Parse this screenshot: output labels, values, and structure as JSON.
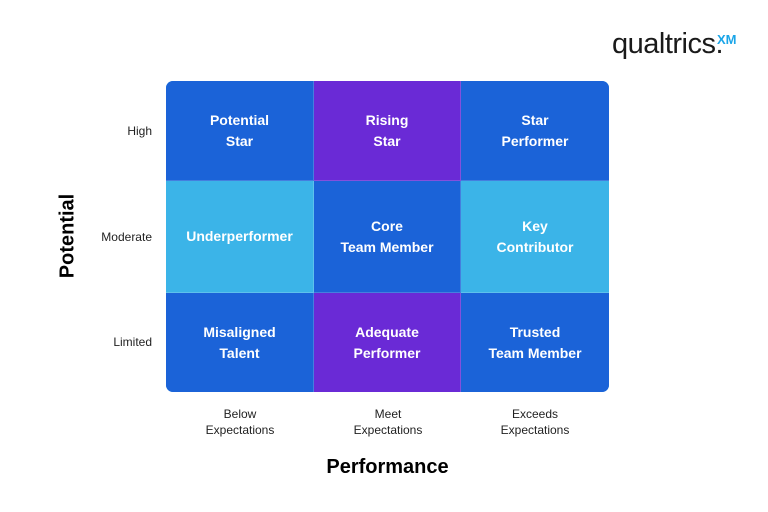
{
  "logo": {
    "text": "qualtrics.",
    "suffix": "XM"
  },
  "axes": {
    "y_title": "Potential",
    "x_title": "Performance",
    "rows": [
      "High",
      "Moderate",
      "Limited"
    ],
    "columns": [
      "Below\nExpectations",
      "Meet\nExpectations",
      "Exceeds\nExpectations"
    ]
  },
  "colors": {
    "blue": "#1b63d8",
    "purple": "#6a2ad6",
    "light_blue": "#3bb4e8"
  },
  "cells": [
    {
      "label": "Potential\nStar",
      "color": "#1b63d8"
    },
    {
      "label": "Rising\nStar",
      "color": "#6a2ad6"
    },
    {
      "label": "Star\nPerformer",
      "color": "#1b63d8"
    },
    {
      "label": "Underperformer",
      "color": "#3bb4e8"
    },
    {
      "label": "Core\nTeam Member",
      "color": "#1b63d8"
    },
    {
      "label": "Key\nContributor",
      "color": "#3bb4e8"
    },
    {
      "label": "Misaligned\nTalent",
      "color": "#1b63d8"
    },
    {
      "label": "Adequate\nPerformer",
      "color": "#6a2ad6"
    },
    {
      "label": "Trusted\nTeam Member",
      "color": "#1b63d8"
    }
  ]
}
